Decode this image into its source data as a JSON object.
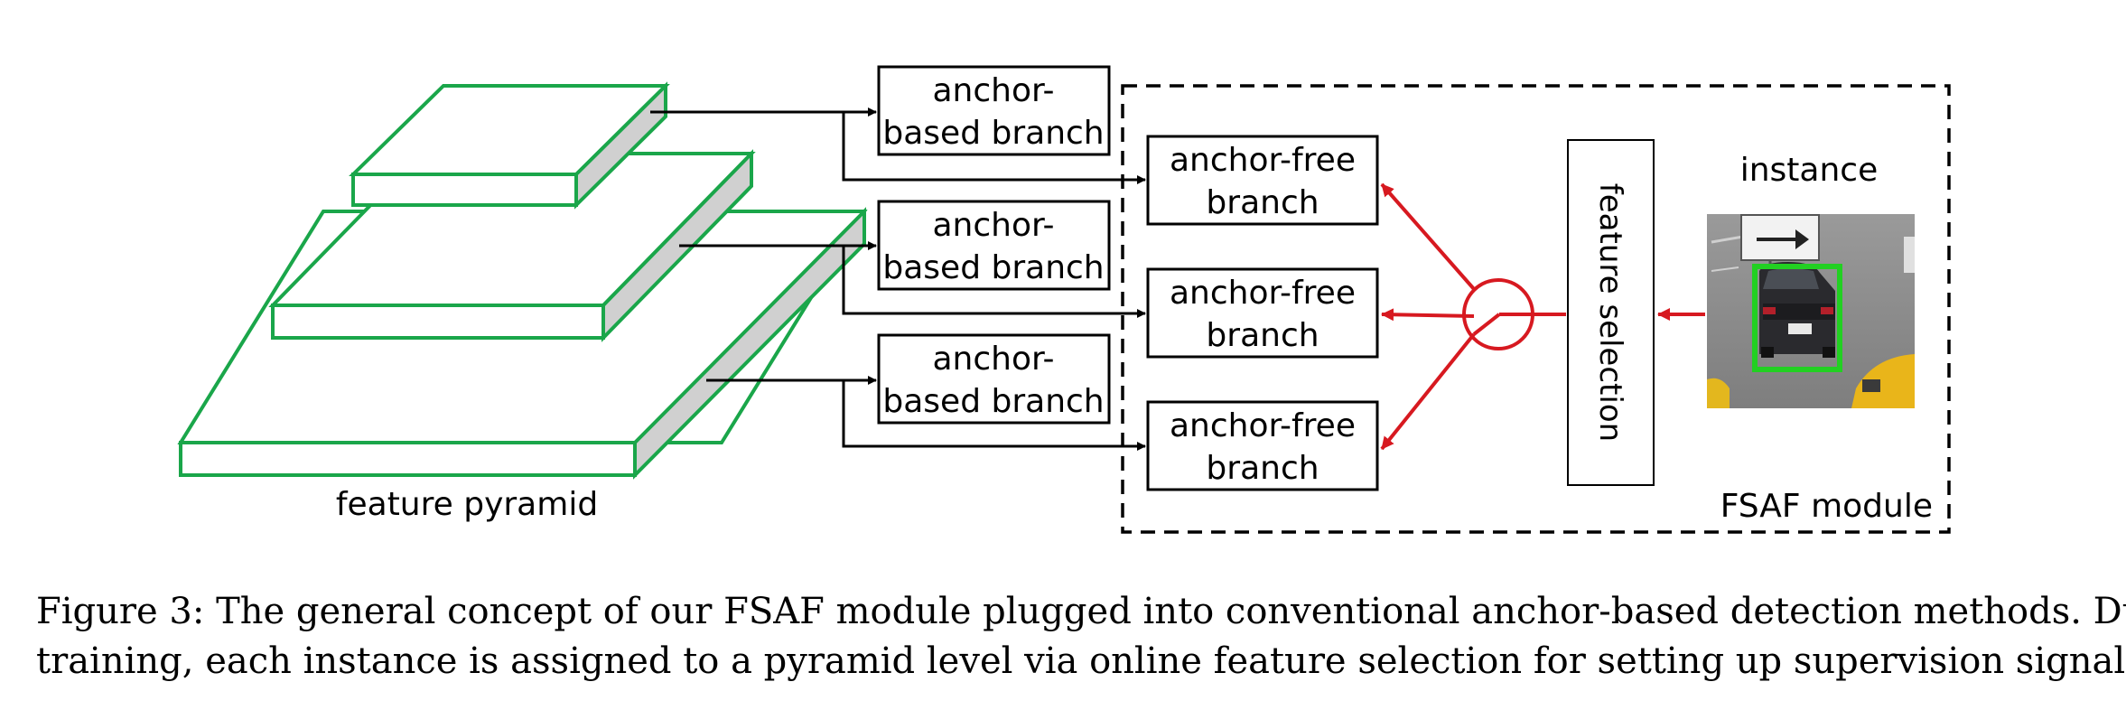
{
  "diagram": {
    "pyramid_label": "feature pyramid",
    "anchor_based": [
      {
        "line1": "anchor-",
        "line2": "based branch"
      },
      {
        "line1": "anchor-",
        "line2": "based branch"
      },
      {
        "line1": "anchor-",
        "line2": "based branch"
      }
    ],
    "anchor_free": [
      {
        "line1": "anchor-free",
        "line2": "branch"
      },
      {
        "line1": "anchor-free",
        "line2": "branch"
      },
      {
        "line1": "anchor-free",
        "line2": "branch"
      }
    ],
    "feature_selection": "feature selection",
    "instance_label": "instance",
    "module_label": "FSAF module",
    "colors": {
      "pyramid_stroke": "#1aa64a",
      "pyramid_side": "#d0d0d0",
      "arrow_black": "#000000",
      "arrow_red": "#d71920",
      "bbox_green": "#22d022"
    }
  },
  "caption": {
    "line1": "Figure 3: The general concept of our FSAF module plugged into conventional anchor-based detection methods. During",
    "line2": "training, each instance is assigned to a pyramid level via online feature selection for setting up supervision signals."
  }
}
